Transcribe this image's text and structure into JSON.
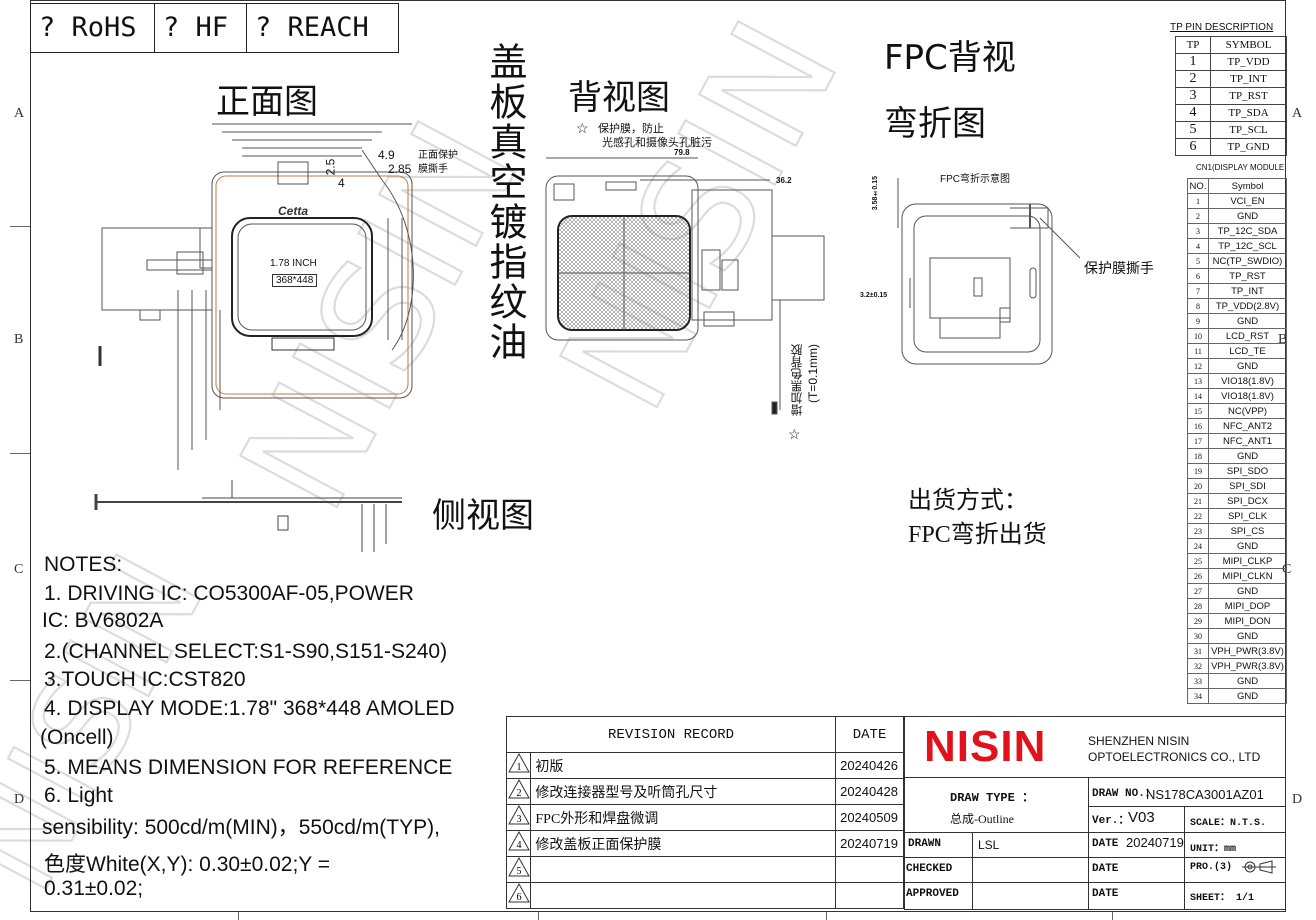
{
  "certs": [
    "? RoHS",
    "? HF",
    "? REACH"
  ],
  "zones": {
    "rows": [
      "A",
      "B",
      "C",
      "D"
    ]
  },
  "views": {
    "front": "正面图",
    "back": "背视图",
    "side": "侧视图",
    "fpc_back": "FPC背视",
    "bend": "弯折图",
    "cover_note": "盖板真空镀指纹油",
    "fpc_bend_sketch": "FPC弯折示意图",
    "protect_film_tear": "保护膜撕手",
    "front_protect": "正面保护",
    "front_protect2": "膜撕手",
    "back_film_note1": "保护膜，防止",
    "back_film_note2": "光感孔和摄像头孔脏污",
    "black_tape_note": "增加黑色背胶",
    "black_tape_t": "(T=0.1mm)",
    "display_size": "1.78 INCH",
    "display_res": "368*448",
    "dim_49": "4.9",
    "dim_285": "2.85",
    "dim_25": "2.5",
    "dim_4": "4",
    "dim_back_width": "79.8",
    "dim_back_sub": "36.2",
    "dim_bend_left": "3.2±0.15",
    "dim_bend_top": "3.58±0.15",
    "brand_logo": "Cetta"
  },
  "shipping": {
    "line1": "出货方式：",
    "line2": "FPC弯折出货"
  },
  "notes": [
    "NOTES:",
    "1. DRIVING IC: CO5300AF-05,POWER",
    "IC: BV6802A",
    "2.(CHANNEL SELECT:S1-S90,S151-S240)",
    "3.TOUCH IC:CST820",
    "4. DISPLAY MODE:1.78\" 368*448 AMOLED",
    "(Oncell)",
    "5. MEANS DIMENSION FOR REFERENCE",
    "6. Light",
    "sensibility:      500cd/m(MIN)，550cd/m(TYP),",
    "色度White(X,Y): 0.30±0.02;Y =",
    "0.31±0.02;"
  ],
  "tp_table": {
    "title": "TP PIN DESCRIPTION",
    "headers": [
      "TP",
      "SYMBOL"
    ],
    "rows": [
      [
        "1",
        "TP_VDD"
      ],
      [
        "2",
        "TP_INT"
      ],
      [
        "3",
        "TP_RST"
      ],
      [
        "4",
        "TP_SDA"
      ],
      [
        "5",
        "TP_SCL"
      ],
      [
        "6",
        "TP_GND"
      ]
    ]
  },
  "pin_table": {
    "title": "CN1(DISPLAY MODULE",
    "headers": [
      "NO.",
      "Symbol"
    ],
    "rows": [
      [
        "1",
        "VCI_EN"
      ],
      [
        "2",
        "GND"
      ],
      [
        "3",
        "TP_12C_SDA"
      ],
      [
        "4",
        "TP_12C_SCL"
      ],
      [
        "5",
        "NC(TP_SWDIO)"
      ],
      [
        "6",
        "TP_RST"
      ],
      [
        "7",
        "TP_INT"
      ],
      [
        "8",
        "TP_VDD(2.8V)"
      ],
      [
        "9",
        "GND"
      ],
      [
        "10",
        "LCD_RST"
      ],
      [
        "11",
        "LCD_TE"
      ],
      [
        "12",
        "GND"
      ],
      [
        "13",
        "VIO18(1.8V)"
      ],
      [
        "14",
        "VIO18(1.8V)"
      ],
      [
        "15",
        "NC(VPP)"
      ],
      [
        "16",
        "NFC_ANT2"
      ],
      [
        "17",
        "NFC_ANT1"
      ],
      [
        "18",
        "GND"
      ],
      [
        "19",
        "SPI_SDO"
      ],
      [
        "20",
        "SPI_SDI"
      ],
      [
        "21",
        "SPI_DCX"
      ],
      [
        "22",
        "SPI_CLK"
      ],
      [
        "23",
        "SPI_CS"
      ],
      [
        "24",
        "GND"
      ],
      [
        "25",
        "MIPI_CLKP"
      ],
      [
        "26",
        "MIPI_CLKN"
      ],
      [
        "27",
        "GND"
      ],
      [
        "28",
        "MIPI_DOP"
      ],
      [
        "29",
        "MIPI_DON"
      ],
      [
        "30",
        "GND"
      ],
      [
        "31",
        "VPH_PWR(3.8V)"
      ],
      [
        "32",
        "VPH_PWR(3.8V)"
      ],
      [
        "33",
        "GND"
      ],
      [
        "34",
        "GND"
      ]
    ]
  },
  "revision": {
    "header": "REVISION  RECORD",
    "date_header": "DATE",
    "rows": [
      {
        "no": "1",
        "desc": "初版",
        "date": "20240426"
      },
      {
        "no": "2",
        "desc": "修改连接器型号及听筒孔尺寸",
        "date": "20240428"
      },
      {
        "no": "3",
        "desc": "FPC外形和焊盘微调",
        "date": "20240509"
      },
      {
        "no": "4",
        "desc": "修改盖板正面保护膜",
        "date": "20240719"
      },
      {
        "no": "5",
        "desc": "",
        "date": ""
      },
      {
        "no": "6",
        "desc": "",
        "date": ""
      }
    ]
  },
  "title_block": {
    "logo": "NISIN",
    "company1": "SHENZHEN NISIN",
    "company2": "OPTOELECTRONICS CO., LTD",
    "draw_type_label": "DRAW TYPE ：",
    "draw_type_value": "总成-Outline",
    "drawn_label": "DRAWN",
    "drawn_value": "LSL",
    "checked_label": "CHECKED",
    "approved_label": "APPROVED",
    "draw_no_label": "DRAW NO.：",
    "draw_no_value": "NS178CA3001AZ01",
    "ver_label": "Ver.：",
    "ver_value": "V03",
    "scale_label": "SCALE：N.T.S.",
    "date_label": "DATE",
    "date_value": "20240719",
    "unit_label": "UNIT：mm",
    "pro_label": "PRO.(3)",
    "sheet_label": "SHEET：  1/1"
  },
  "watermark": "NISIN",
  "colors": {
    "logo_red": "#e1121b",
    "line": "#333333",
    "watermark": "#dcdcdc"
  }
}
